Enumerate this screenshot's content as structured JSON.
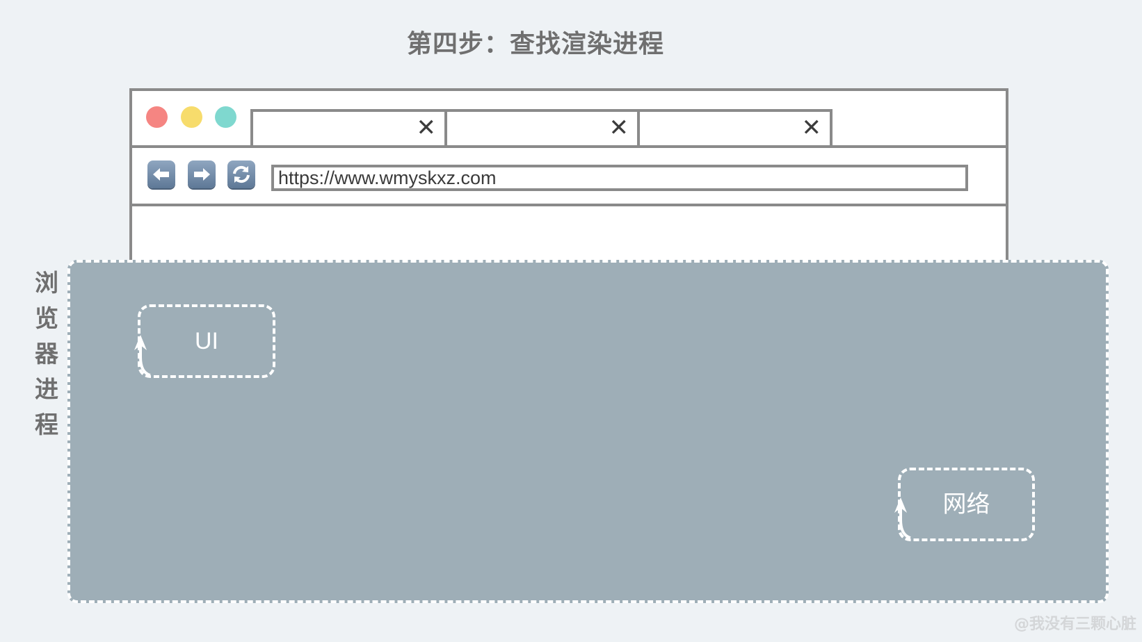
{
  "title": "第四步：查找渲染进程",
  "browser": {
    "window_controls": [
      "close",
      "minimize",
      "maximize"
    ],
    "tabs": [
      {
        "close": "✕"
      },
      {
        "close": "✕"
      },
      {
        "close": "✕"
      }
    ],
    "nav_icons": [
      "back-icon",
      "forward-icon",
      "reload-icon"
    ],
    "url": "https://www.wmyskxz.com"
  },
  "process": {
    "label": "浏览器进程",
    "modules": {
      "ui": "UI",
      "network": "网络"
    }
  },
  "watermark": "@我没有三颗心脏",
  "colors": {
    "background": "#eef2f5",
    "process_fill": "#9eaeb7",
    "control_red": "#f58582",
    "control_yellow": "#f7dc6c",
    "control_green": "#7fd8cf"
  }
}
